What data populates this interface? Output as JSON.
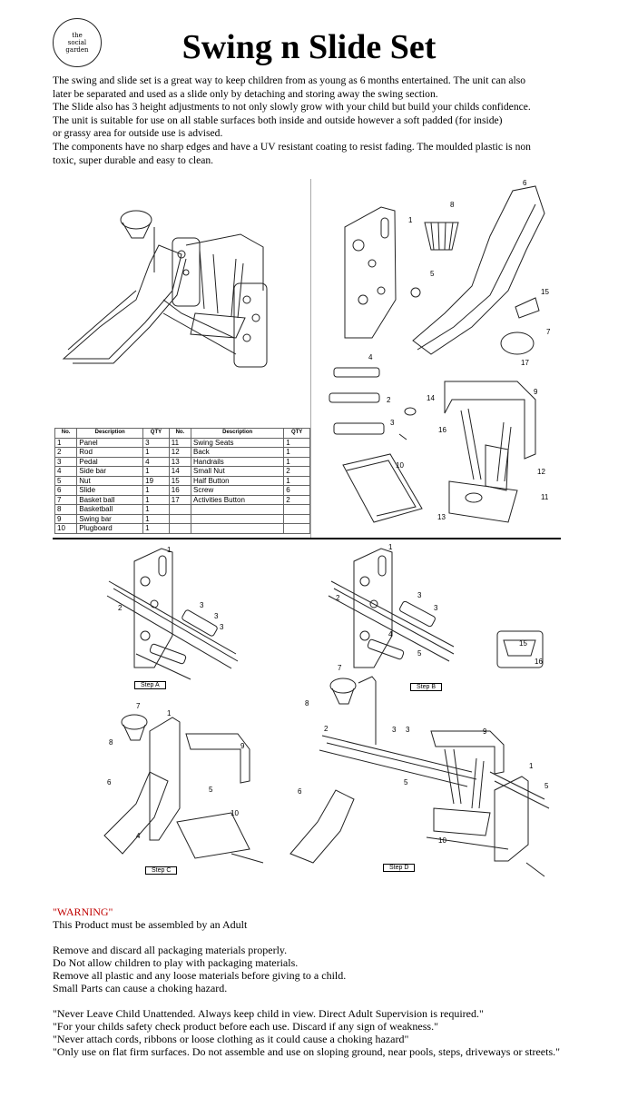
{
  "logo": {
    "lines": [
      "the",
      "social",
      "garden"
    ]
  },
  "title": "Swing n Slide Set",
  "intro": [
    "The swing and slide set is a great way to keep children from as young as 6 months entertained.  The unit can also",
    "later be separated and used as a slide only by detaching and storing away the swing section.",
    "The Slide also has 3 height adjustments to not only slowly grow with your child but build your childs confidence.",
    "The unit is suitable for use on all stable surfaces both inside and outside however a soft padded (for inside)",
    "or grassy area for outside use is advised.",
    "The components have no sharp edges and have a UV resistant coating to resist fading.  The moulded plastic is non",
    "toxic, super durable and easy to clean."
  ],
  "parts_table": {
    "headers": [
      "No.",
      "Description",
      "QTY",
      "No.",
      "Description",
      "QTY"
    ],
    "rows": [
      [
        "1",
        "Panel",
        "3",
        "11",
        "Swing Seats",
        "1"
      ],
      [
        "2",
        "Rod",
        "1",
        "12",
        "Back",
        "1"
      ],
      [
        "3",
        "Pedal",
        "4",
        "13",
        "Handrails",
        "1"
      ],
      [
        "4",
        "Side bar",
        "1",
        "14",
        "Small Nut",
        "2"
      ],
      [
        "5",
        "Nut",
        "19",
        "15",
        "Half Button",
        "1"
      ],
      [
        "6",
        "Slide",
        "1",
        "16",
        "Screw",
        "6"
      ],
      [
        "7",
        "Basket ball",
        "1",
        "17",
        "Activities Button",
        "2"
      ],
      [
        "8",
        "Basketball",
        "1",
        "",
        "",
        ""
      ],
      [
        "9",
        "Swing bar",
        "1",
        "",
        "",
        ""
      ],
      [
        "10",
        "Plugboard",
        "1",
        "",
        "",
        ""
      ]
    ]
  },
  "exploded_labels": [
    "1",
    "8",
    "6",
    "5",
    "15",
    "7",
    "17",
    "4",
    "2",
    "14",
    "3",
    "16",
    "9",
    "10",
    "12",
    "11",
    "13"
  ],
  "steps": {
    "a": {
      "label": "Step A",
      "numbers": [
        "1",
        "2",
        "3",
        "3",
        "3"
      ]
    },
    "b": {
      "label": "Step B",
      "numbers": [
        "1",
        "2",
        "3",
        "3",
        "4",
        "5",
        "15",
        "16"
      ]
    },
    "c": {
      "label": "Step C",
      "numbers": [
        "7",
        "1",
        "8",
        "9",
        "6",
        "5",
        "10",
        "4"
      ]
    },
    "d": {
      "label": "Step D",
      "numbers": [
        "7",
        "8",
        "2",
        "3",
        "3",
        "9",
        "1",
        "5",
        "6",
        "5",
        "10"
      ]
    }
  },
  "warning": {
    "heading": "\"WARNING\"",
    "line1": "This Product must be assembled by an Adult",
    "block1": [
      "Remove and discard all packaging materials properly.",
      "Do Not allow children to play with packaging materials.",
      "Remove all plastic and any loose materials before giving to a child.",
      "Small Parts can cause a choking hazard."
    ],
    "block2": [
      "\"Never Leave Child Unattended. Always keep child in view.  Direct Adult Supervision is required.\"",
      "\"For your childs safety check product before each use.  Discard if any sign of weakness.\"",
      "\"Never attach cords, ribbons or loose clothing as it could cause a choking hazard\"",
      "\"Only use on flat firm surfaces.  Do not assemble and use on sloping ground, near pools, steps, driveways or streets.\""
    ]
  }
}
